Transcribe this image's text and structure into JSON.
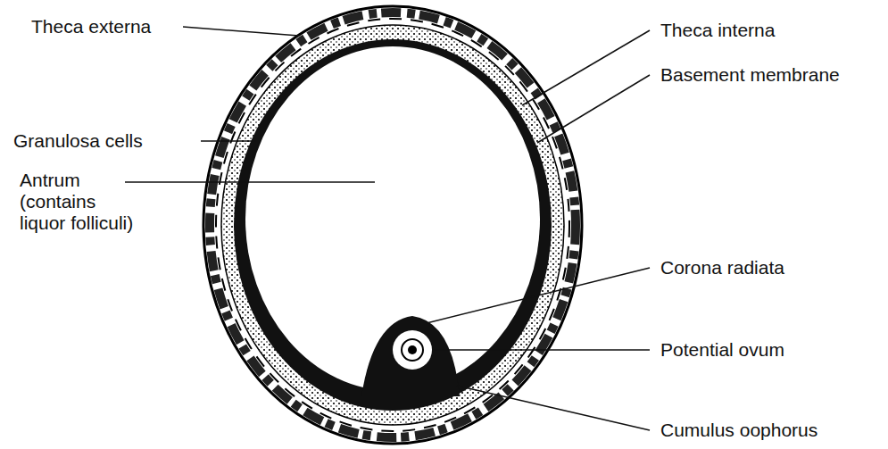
{
  "diagram": {
    "labels": [
      "Theca externa",
      "Theca interna",
      "Basement membrane",
      "Granulosa cells",
      "Antrum (contains liquor folliculi)",
      "Corona radiata",
      "Potential ovum",
      "Cumulus oophorus"
    ]
  }
}
